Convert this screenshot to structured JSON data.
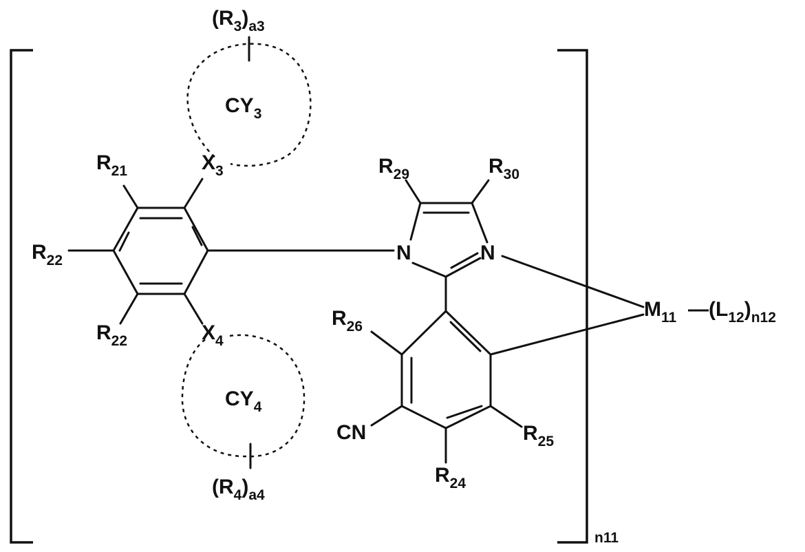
{
  "structure": {
    "ring_cy3": {
      "main": "CY",
      "sub": "3"
    },
    "ring_cy4": {
      "main": "CY",
      "sub": "4"
    },
    "r3_group": {
      "open": "(R",
      "sub1": "3",
      "close": ")",
      "sub2": "a3"
    },
    "r4_group": {
      "open": "(R",
      "sub1": "4",
      "close": ")",
      "sub2": "a4"
    },
    "x3": {
      "main": "X",
      "sub": "3"
    },
    "x4": {
      "main": "X",
      "sub": "4"
    },
    "r21": {
      "main": "R",
      "sub": "21"
    },
    "r22_left": {
      "main": "R",
      "sub": "22"
    },
    "r22_bottom": {
      "main": "R",
      "sub": "22"
    },
    "r29": {
      "main": "R",
      "sub": "29"
    },
    "r30": {
      "main": "R",
      "sub": "30"
    },
    "n1": "N",
    "n3": "N",
    "r26": {
      "main": "R",
      "sub": "26"
    },
    "cn": "CN",
    "r24": {
      "main": "R",
      "sub": "24"
    },
    "r25": {
      "main": "R",
      "sub": "25"
    },
    "metal": {
      "main": "M",
      "sub": "11"
    },
    "ligand": {
      "dash": "—",
      "open": "(L",
      "sub1": "12",
      "close": ")",
      "sub2": "n12"
    },
    "repeat": "n11"
  }
}
